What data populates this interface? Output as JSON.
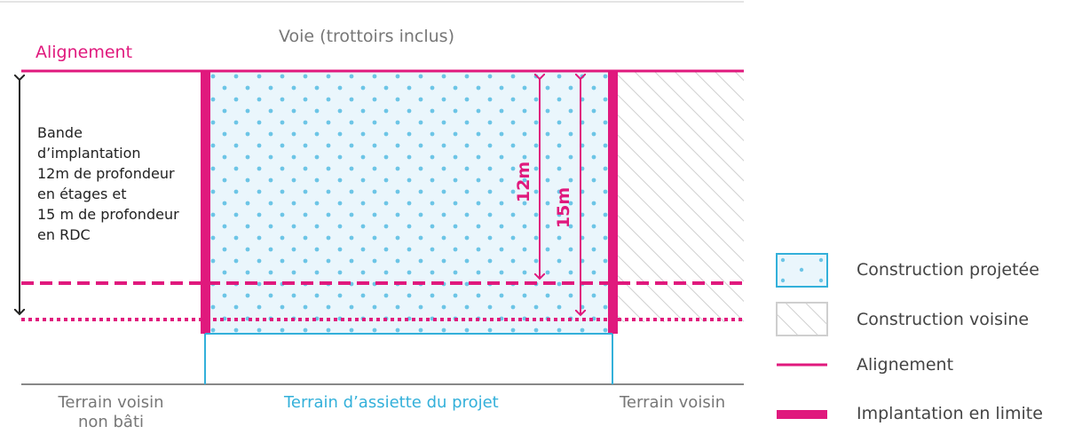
{
  "diagram": {
    "street_label": "Voie (trottoirs inclus)",
    "alignment_label": "Alignement",
    "band_label_lines": [
      "Bande",
      "d’implantation",
      "12m de profondeur",
      "en étages et",
      "15 m de profondeur",
      "en RDC"
    ],
    "depth_12_label": "12m",
    "depth_15_label": "15m",
    "terrain_left_lines": [
      "Terrain voisin",
      "non bâti"
    ],
    "terrain_center_label": "Terrain d’assiette du projet",
    "terrain_right_label": "Terrain voisin"
  },
  "legend": {
    "items": [
      {
        "label": "Construction projetée",
        "icon": "dotted-blue-square-icon"
      },
      {
        "label": "Construction voisine",
        "icon": "hatched-grey-square-icon"
      },
      {
        "label": "Alignement",
        "icon": "thin-pink-line-icon"
      },
      {
        "label": "Implantation en limite",
        "icon": "thick-pink-line-icon"
      }
    ]
  },
  "colors": {
    "magenta": "#e0197d",
    "blue": "#33b0da",
    "light_blue_fill": "#eaf6fc",
    "grey": "#999999",
    "dark": "#222222"
  }
}
